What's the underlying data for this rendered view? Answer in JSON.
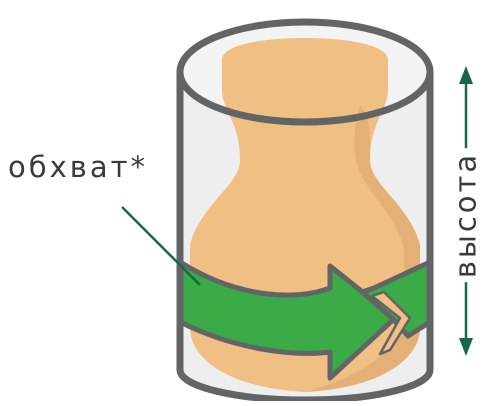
{
  "labels": {
    "girth": "обхват*",
    "height": "высота"
  },
  "colors": {
    "vase": "#efbf84",
    "vase_shadow": "#dba46a",
    "cylinder_fill": "#eeeeee",
    "cylinder_stroke": "#636466",
    "band": "#3aab47",
    "band_stroke": "#636466",
    "pointer": "#17684a",
    "arrow": "#17684a",
    "text": "#3a3a3a"
  },
  "icons": {
    "height_arrow": "double-headed-vertical-arrow",
    "girth_arrow": "wrap-around-arrow"
  }
}
